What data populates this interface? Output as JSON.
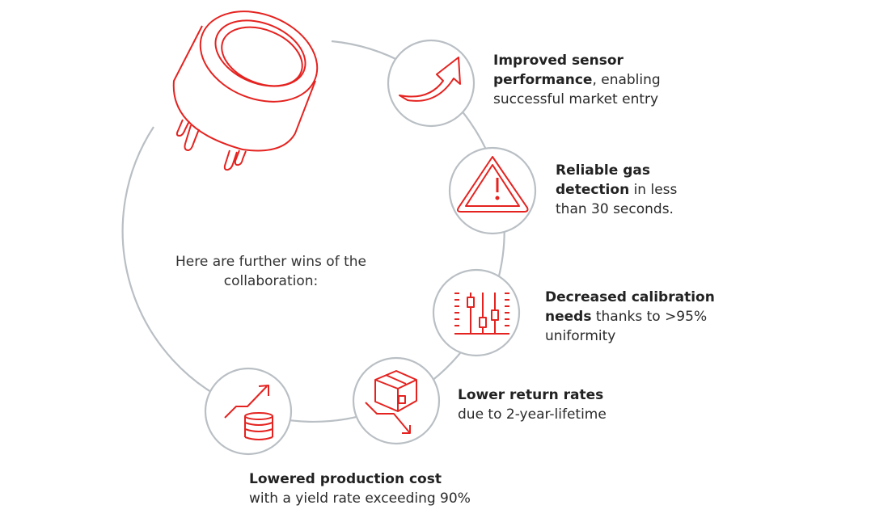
{
  "intro": "Here are further wins of the collaboration:",
  "colors": {
    "accent": "#e42320",
    "ring": "#b9bfc4",
    "text": "#2a2a2a"
  },
  "items": [
    {
      "icon": "arrow-up-icon",
      "bold": "Improved sensor performance",
      "rest": ", enabling successful market entry"
    },
    {
      "icon": "warning-icon",
      "bold": "Reliable gas detection",
      "rest": " in less than 30 seconds."
    },
    {
      "icon": "calibration-sliders-icon",
      "bold": "Decreased calibration needs",
      "rest": " thanks to >95% uniformity"
    },
    {
      "icon": "box-down-icon",
      "bold": "Lower return rates",
      "rest": "due to 2-year-lifetime"
    },
    {
      "icon": "coins-trend-icon",
      "bold": "Lowered production cost",
      "rest": "with a yield rate exceeding 90%"
    }
  ]
}
